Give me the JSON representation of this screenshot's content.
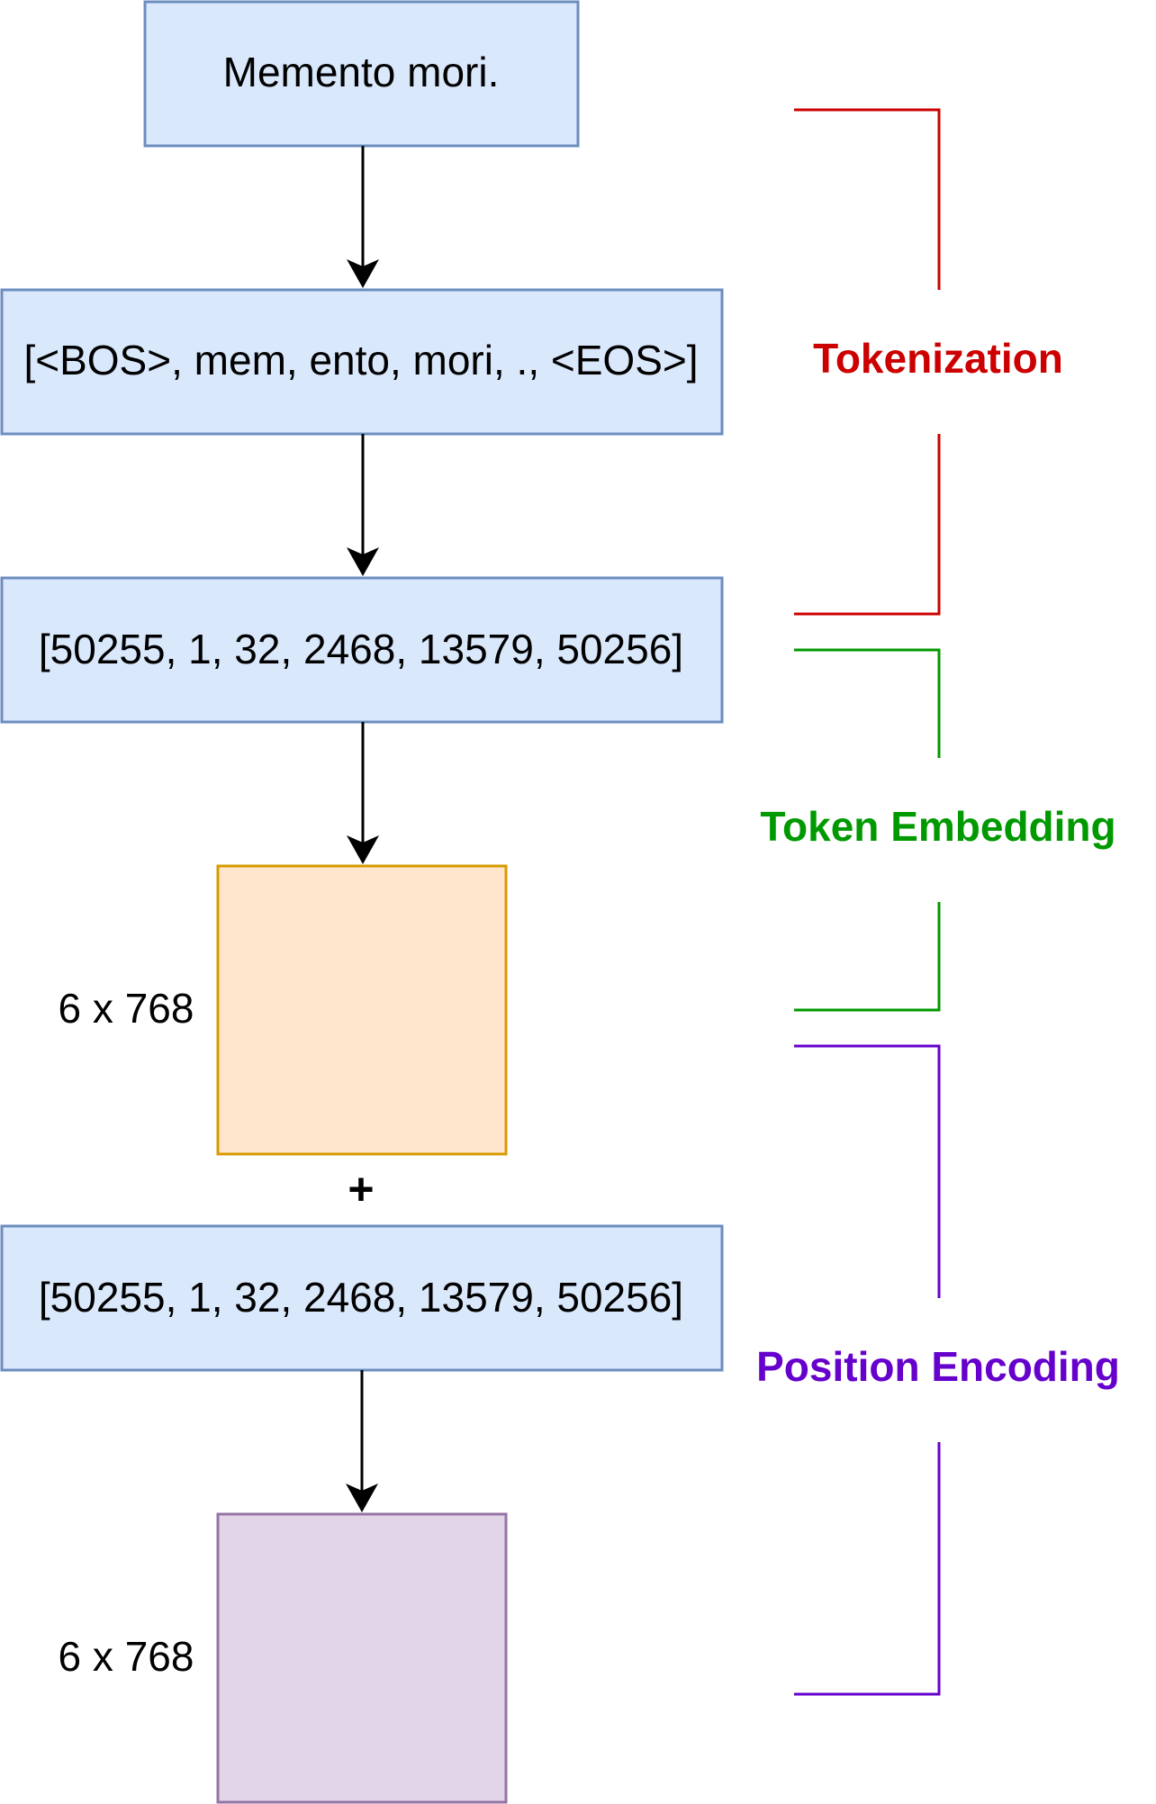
{
  "nodes": {
    "input_text": "Memento mori.",
    "tokens": "[<BOS>, mem, ento, mori, ., <EOS>]",
    "token_ids": "[50255, 1, 32, 2468, 13579, 50256]",
    "embedding_dims": "6 x 768",
    "plus_sign": "+",
    "position_ids": "[50255, 1, 32, 2468, 13579, 50256]",
    "output_dims": "6 x 768"
  },
  "stages": {
    "tokenization": "Tokenization",
    "token_embedding": "Token Embedding",
    "position_encoding": "Position Encoding"
  },
  "colors": {
    "blue_fill": "#dae8fc",
    "blue_stroke": "#6c8ebf",
    "orange_fill": "#ffe6cc",
    "orange_stroke": "#d79b00",
    "purple_fill": "#e1d5e7",
    "purple_stroke": "#9673a6",
    "tokenization": "#cc0000",
    "token_embedding": "#009900",
    "position_encoding": "#6600cc"
  }
}
